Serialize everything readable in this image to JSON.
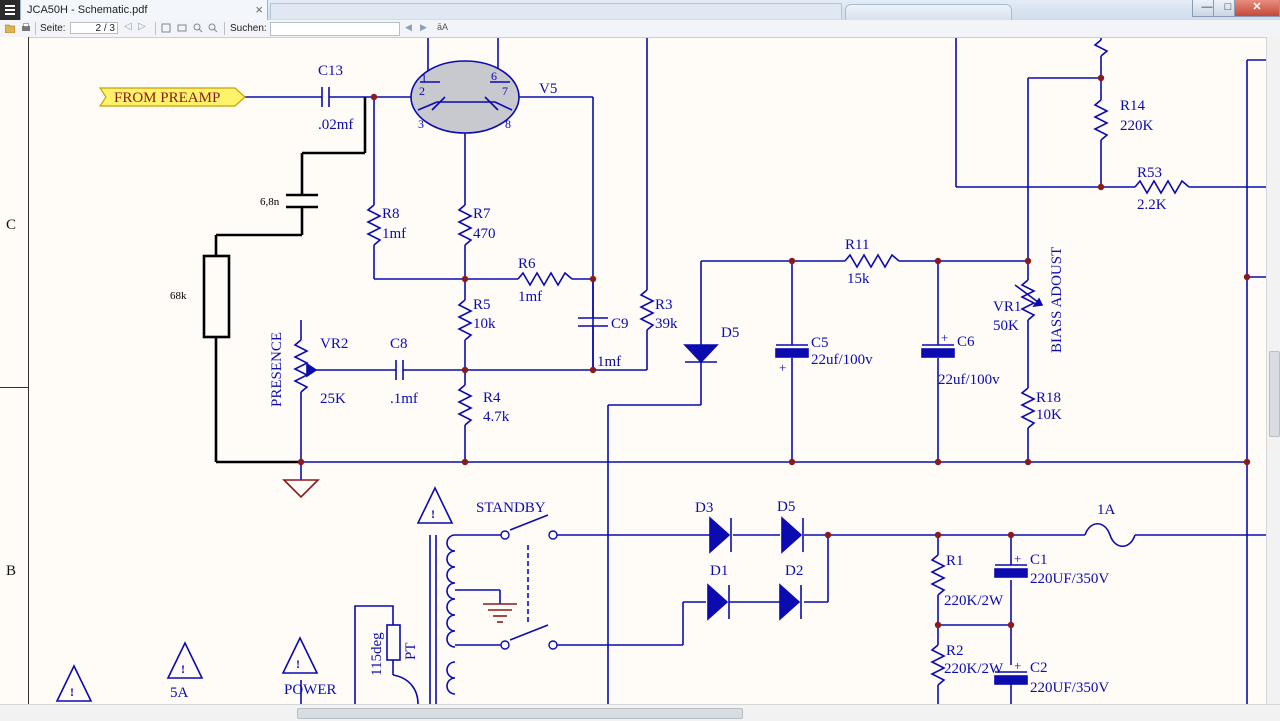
{
  "window": {
    "tab_title": "JCA50H - Schematic.pdf",
    "tab_close": "×",
    "controls": {
      "minimize": "—",
      "maximize": "□",
      "close": "✕"
    }
  },
  "toolbar": {
    "page_label": "Seite:",
    "page_current": "2",
    "page_total": "/ 3",
    "search_label": "Suchen:"
  },
  "ruler": {
    "zone_upper": "C",
    "zone_lower": "B"
  },
  "schematic": {
    "from_preamp": "FROM PREAMP",
    "c13": "C13",
    "c13_val": ".02mf",
    "v5": "V5",
    "pin1": "1",
    "pin2": "2",
    "pin3": "3",
    "pin6": "6",
    "pin7": "7",
    "pin8": "8",
    "cap_68n": "6,8n",
    "res_68k": "68k",
    "r8": "R8",
    "r8_val": "1mf",
    "r7": "R7",
    "r7_val": "470",
    "r6": "R6",
    "r6_val": "1mf",
    "r5": "R5",
    "r5_val": "10k",
    "r4": "R4",
    "r4_val": "4.7k",
    "c9": "C9",
    "c9_val": "1mf",
    "r3": "R3",
    "r3_val": "39k",
    "presence": "PRESENCE",
    "vr2": "VR2",
    "vr2_val": "25K",
    "c8": "C8",
    "c8_val": ".1mf",
    "d5_upper": "D5",
    "c5": "C5",
    "c5_val": "22uf/100v",
    "r11": "R11",
    "r11_val": "15k",
    "c6": "C6",
    "c6_val": "22uf/100v",
    "vr1": "VR1",
    "vr1_val": "50K",
    "bias": "BIASS ADOUST",
    "r18": "R18",
    "r18_val": "10K",
    "r14": "R14",
    "r14_val": "220K",
    "r53": "R53",
    "r53_val": "2.2K",
    "standby": "STANDBY",
    "d3": "D3",
    "d5_lower": "D5",
    "d1": "D1",
    "d2": "D2",
    "fuse": "1A",
    "r1": "R1",
    "r1_val": "220K/2W",
    "r2": "R2",
    "r2_val": "220K/2W",
    "c1": "C1",
    "c1_val": "220UF/350V",
    "c2": "C2",
    "c2_val": "220UF/350V",
    "pt": "PT",
    "deg": "115deg",
    "fuse5a": "5A",
    "power": "POWER"
  }
}
